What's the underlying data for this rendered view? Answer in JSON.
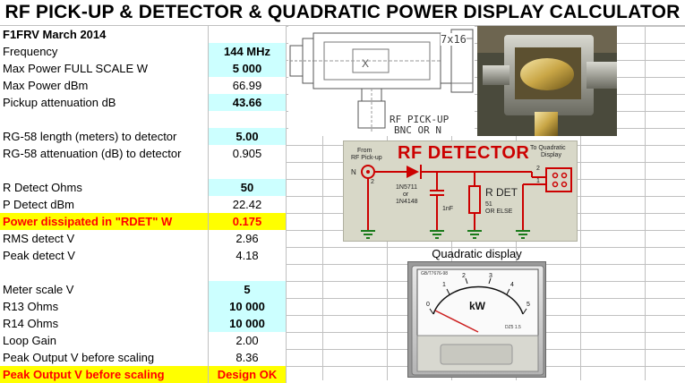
{
  "title": "RF PICK-UP & DETECTOR & QUADRATIC POWER DISPLAY CALCULATOR",
  "rows": [
    {
      "label": "F1FRV March 2014",
      "value": "",
      "style": "bold"
    },
    {
      "label": "Frequency",
      "value": "144 MHz",
      "style": "cyan"
    },
    {
      "label": "Max Power FULL SCALE  W",
      "value": "5 000",
      "style": "cyan"
    },
    {
      "label": "Max Power dBm",
      "value": "66.99",
      "style": ""
    },
    {
      "label": "Pickup attenuation dB",
      "value": "43.66",
      "style": "cyan"
    },
    {
      "label": "",
      "value": "",
      "style": ""
    },
    {
      "label": "RG-58 length (meters) to detector",
      "value": "5.00",
      "style": "cyan"
    },
    {
      "label": "RG-58 attenuation (dB) to detector",
      "value": "0.905",
      "style": ""
    },
    {
      "label": "",
      "value": "",
      "style": ""
    },
    {
      "label": "R Detect Ohms",
      "value": "50",
      "style": "cyan"
    },
    {
      "label": "P Detect dBm",
      "value": "22.42",
      "style": ""
    },
    {
      "label": "Power dissipated  in \"RDET\"  W",
      "value": "0.175",
      "style": "yellow"
    },
    {
      "label": "RMS detect V",
      "value": "2.96",
      "style": ""
    },
    {
      "label": "Peak detect V",
      "value": "4.18",
      "style": ""
    },
    {
      "label": "",
      "value": "",
      "style": ""
    },
    {
      "label": "Meter scale V",
      "value": "5",
      "style": "cyan"
    },
    {
      "label": "R13 Ohms",
      "value": "10 000",
      "style": "cyan"
    },
    {
      "label": "R14 Ohms",
      "value": "10 000",
      "style": "cyan"
    },
    {
      "label": "Loop Gain",
      "value": "2.00",
      "style": ""
    },
    {
      "label": "Peak Output V before scaling",
      "value": "8.36",
      "style": ""
    },
    {
      "label": "Peak Output V before scaling",
      "value": "Design OK",
      "style": "yellow"
    }
  ],
  "pickup_drawing": {
    "size_label": "7x16",
    "caption_line1": "RF PICK-UP",
    "caption_line2": "BNC OR N"
  },
  "detector": {
    "title": "RF DETECTOR",
    "from_label_1": "From",
    "from_label_2": "RF Pick-up",
    "connector_label": "N",
    "diode_1": "1N5711",
    "diode_or": "or",
    "diode_2": "1N4148",
    "cap": "1nF",
    "rdet": "R DET",
    "rdet_val_1": "51",
    "rdet_val_2": "OR ELSE",
    "to_1": "To Quadratic",
    "to_2": "Display",
    "pin2": "2",
    "pin1": "1",
    "pin2b": "2"
  },
  "quadratic": {
    "label": "Quadratic display",
    "meter_model": "GB/T7676-98",
    "unit": "kW",
    "scale_0": "0",
    "scale_1": "1",
    "scale_2": "2",
    "scale_3": "3",
    "scale_4": "4",
    "scale_5": "5",
    "badge": "DZ5 1.5"
  },
  "colors": {
    "cyan": "#ccffff",
    "yellow": "#ffff00",
    "red_text": "#ff0000",
    "detector_bg": "#d8d8c8",
    "detector_red": "#cc0000",
    "detector_green": "#1a7a1a"
  }
}
